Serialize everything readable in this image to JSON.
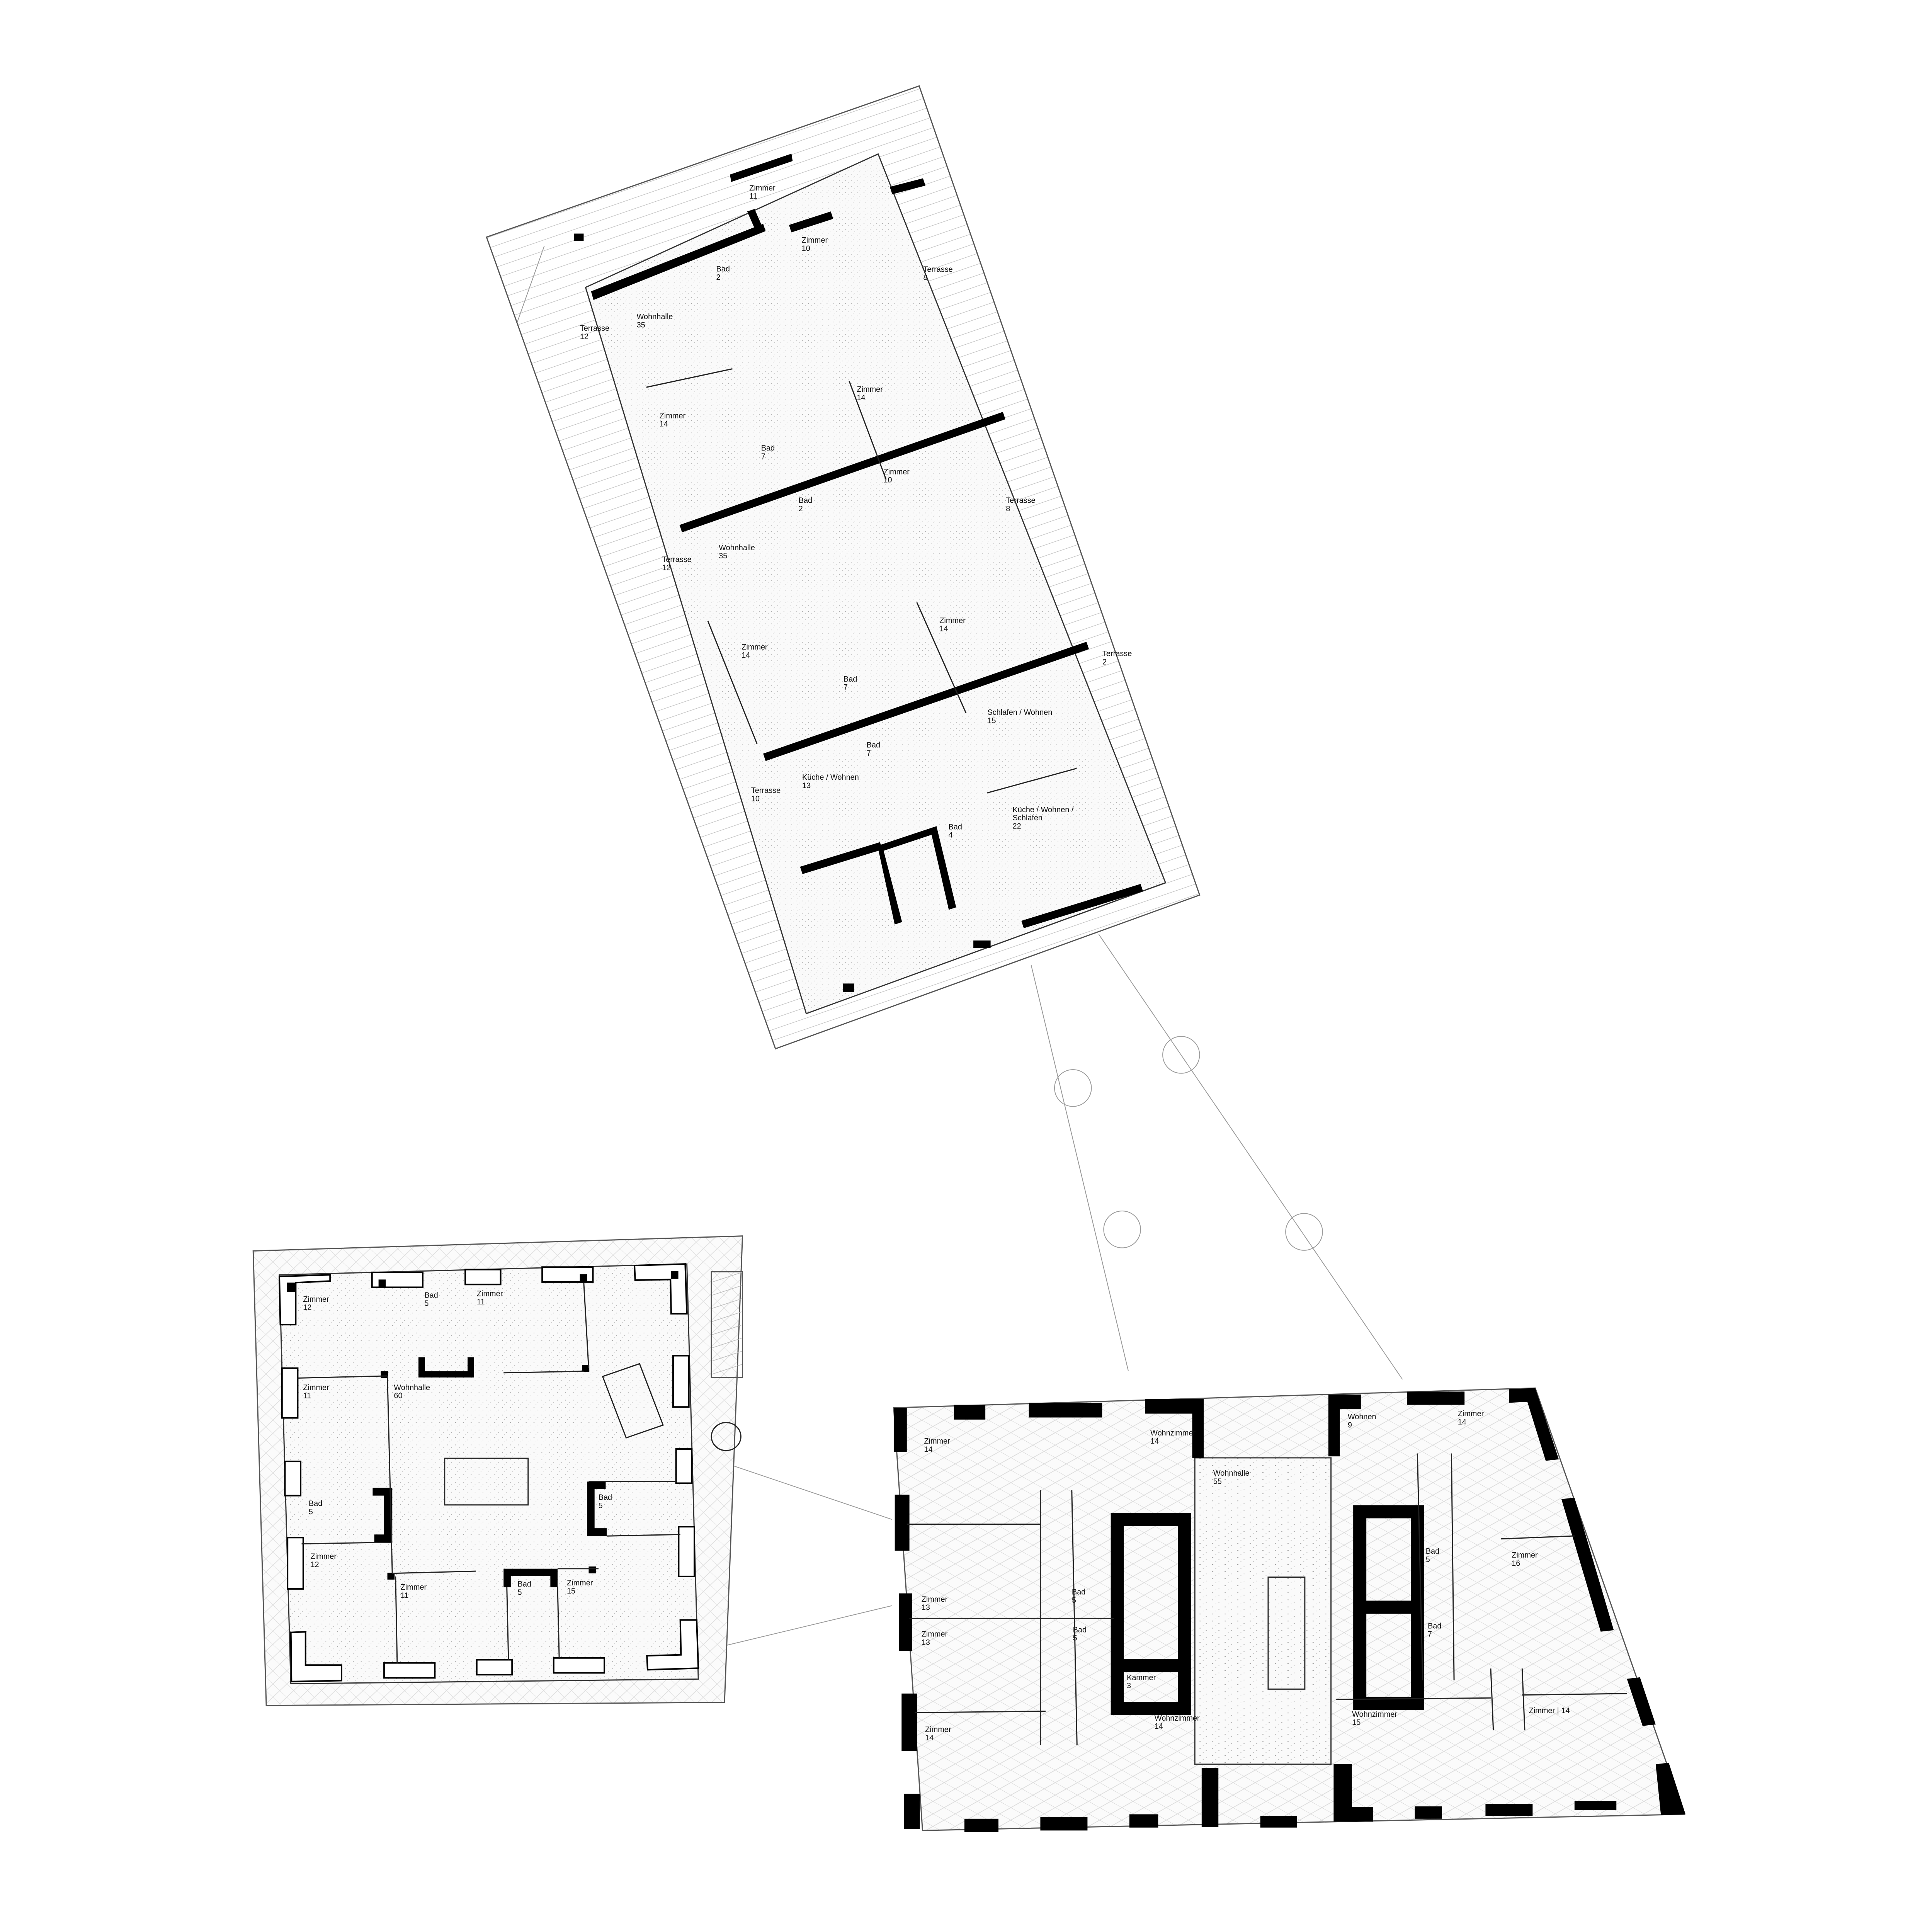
{
  "top_plan": {
    "rooms": [
      {
        "name": "Zimmer",
        "area": "11"
      },
      {
        "name": "Zimmer",
        "area": "10"
      },
      {
        "name": "Bad",
        "area": "2"
      },
      {
        "name": "Terrasse",
        "area": "8"
      },
      {
        "name": "Wohnhalle",
        "area": "35"
      },
      {
        "name": "Terrasse",
        "area": "12"
      },
      {
        "name": "Zimmer",
        "area": "14"
      },
      {
        "name": "Zimmer",
        "area": "14"
      },
      {
        "name": "Bad",
        "area": "7"
      },
      {
        "name": "Zimmer",
        "area": "10"
      },
      {
        "name": "Bad",
        "area": "2"
      },
      {
        "name": "Terrasse",
        "area": "8"
      },
      {
        "name": "Wohnhalle",
        "area": "35"
      },
      {
        "name": "Terrasse",
        "area": "12"
      },
      {
        "name": "Zimmer",
        "area": "14"
      },
      {
        "name": "Zimmer",
        "area": "14"
      },
      {
        "name": "Terrasse",
        "area": "2"
      },
      {
        "name": "Bad",
        "area": "7"
      },
      {
        "name": "Schlafen / Wohnen",
        "area": "15"
      },
      {
        "name": "Bad",
        "area": "7"
      },
      {
        "name": "Küche / Wohnen",
        "area": "13"
      },
      {
        "name": "Terrasse",
        "area": "10"
      },
      {
        "name": "Küche / Wohnen /",
        "name2": "Schlafen",
        "area": "22"
      },
      {
        "name": "Bad",
        "area": "4"
      }
    ]
  },
  "left_plan": {
    "rooms": [
      {
        "name": "Zimmer",
        "area": "12"
      },
      {
        "name": "Bad",
        "area": "5"
      },
      {
        "name": "Zimmer",
        "area": "11"
      },
      {
        "name": "Zimmer",
        "area": "11"
      },
      {
        "name": "Wohnhalle",
        "area": "60"
      },
      {
        "name": "Bad",
        "area": "5"
      },
      {
        "name": "Bad",
        "area": "5"
      },
      {
        "name": "Zimmer",
        "area": "12"
      },
      {
        "name": "Zimmer",
        "area": "11"
      },
      {
        "name": "Bad",
        "area": "5"
      },
      {
        "name": "Zimmer",
        "area": "15"
      }
    ]
  },
  "right_plan": {
    "rooms": [
      {
        "name": "Zimmer",
        "area": "14"
      },
      {
        "name": "Wohnzimmer",
        "area": "14"
      },
      {
        "name": "Wohnen",
        "area": "9"
      },
      {
        "name": "Zimmer",
        "area": "14"
      },
      {
        "name": "Wohnhalle",
        "area": "55"
      },
      {
        "name": "Bad",
        "area": "5"
      },
      {
        "name": "Zimmer",
        "area": "16"
      },
      {
        "name": "Bad",
        "area": "5"
      },
      {
        "name": "Zimmer",
        "area": "13"
      },
      {
        "name": "Bad",
        "area": "5"
      },
      {
        "name": "Zimmer",
        "area": "13"
      },
      {
        "name": "Bad",
        "area": "7"
      },
      {
        "name": "Kammer",
        "area": "3"
      },
      {
        "name": "Wohnzimmer",
        "area": "14"
      },
      {
        "name": "Wohnzimmer",
        "area": "15"
      },
      {
        "name": "Zimmer | 14",
        "area": ""
      },
      {
        "name": "Zimmer",
        "area": "14"
      }
    ]
  }
}
